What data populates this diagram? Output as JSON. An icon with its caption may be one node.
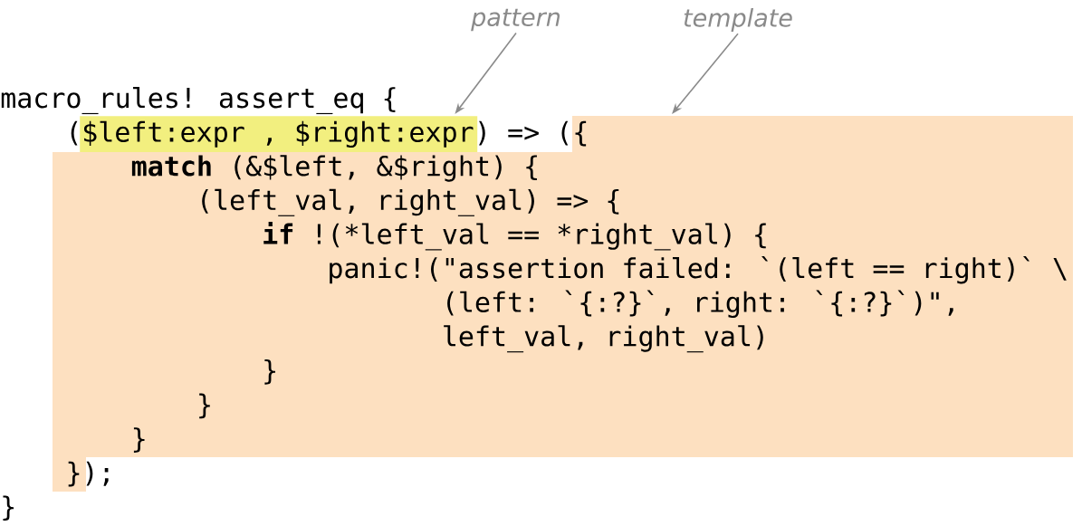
{
  "diagram": {
    "nodes": [
      {
        "text": [
          "pattern"
        ]
      },
      {
        "text": [
          "template"
        ]
      },
      {
        "text": [
          "$left:expr , $right:expr"
        ]
      },
      {
        "text": [
          "{",
          "**match** (&$left, &$right) {",
          "(left_val, right_val) => {",
          "**if** !(*left_val == *right_val) {",
          "panic!(\"assertion failed: `(left == right)` \\",
          "(left: `{:?}`, right: `{:?}`)\",",
          "left_val, right_val)",
          "}",
          "}",
          "}",
          "}"
        ]
      }
    ],
    "edges": [
      {
        "from": 0,
        "to": 2,
        "arrow": "to"
      },
      {
        "from": 1,
        "to": 3,
        "arrow": "to"
      }
    ],
    "labels": [
      "macro_rules! assert_eq {",
      "(",
      ") => (",
      ");",
      "}"
    ]
  }
}
